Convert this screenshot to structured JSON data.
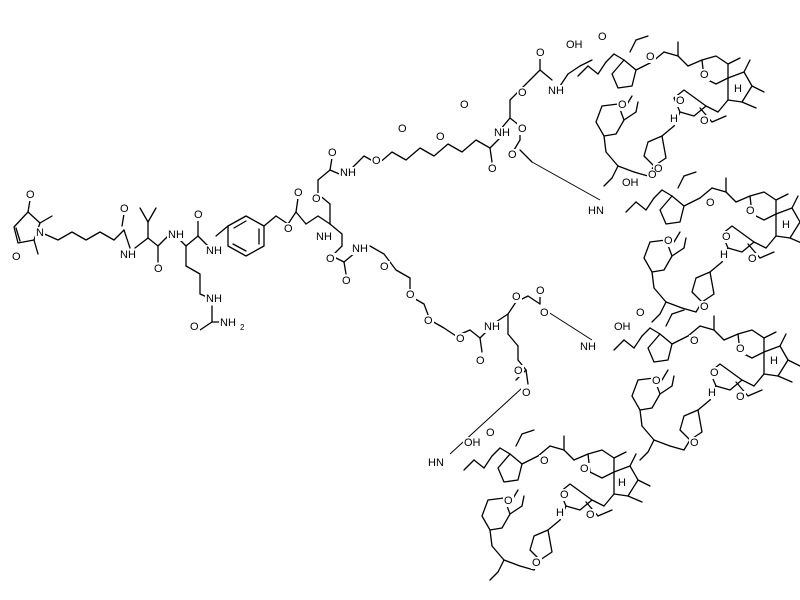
{
  "atom_labels": {
    "oxygen": "O",
    "nitrogen": "N",
    "amine": "NH",
    "hydrogen": "H",
    "amine_primary": "NH",
    "subscript_two": "2",
    "hydroxyl": "OH",
    "hn": "HN"
  },
  "colors": {
    "bond": "#000000",
    "background": "#ffffff"
  }
}
